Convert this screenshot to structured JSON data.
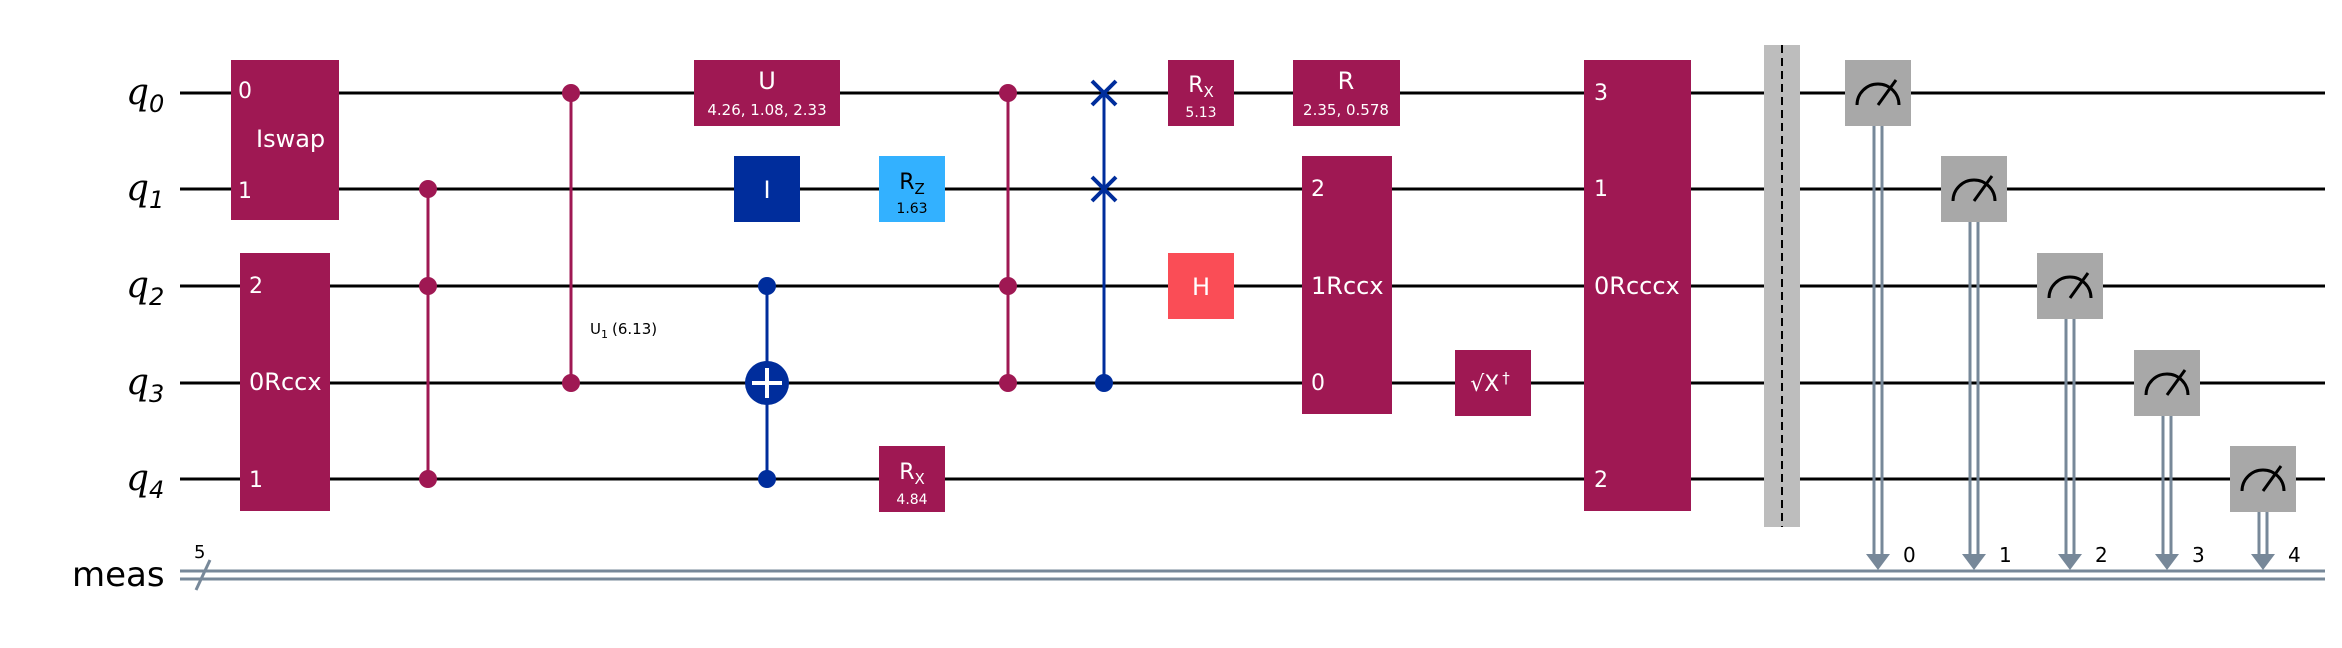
{
  "registers": {
    "qubits": [
      {
        "base": "q",
        "index": "0"
      },
      {
        "base": "q",
        "index": "1"
      },
      {
        "base": "q",
        "index": "2"
      },
      {
        "base": "q",
        "index": "3"
      },
      {
        "base": "q",
        "index": "4"
      }
    ],
    "classical": {
      "name": "meas",
      "width": "5"
    }
  },
  "gates": {
    "iswap": {
      "name": "Iswap",
      "pin_top": "0",
      "pin_bottom": "1"
    },
    "rccx": {
      "name": "Rccx",
      "pin_top": "2",
      "pin_mid": "0",
      "pin_bottom": "1"
    },
    "u1": {
      "label_main": "U",
      "label_sub": "1",
      "params": "(6.13)"
    },
    "u": {
      "name": "U",
      "params": "4.26, 1.08, 2.33"
    },
    "id": {
      "name": "I"
    },
    "rz": {
      "name": "R",
      "sub": "Z",
      "params": "1.63"
    },
    "rx4": {
      "name": "R",
      "sub": "X",
      "params": "4.84"
    },
    "rx0": {
      "name": "R",
      "sub": "X",
      "params": "5.13"
    },
    "h": {
      "name": "H"
    },
    "r": {
      "name": "R",
      "params": "2.35, 0.578"
    },
    "rccx2": {
      "name": "Rccx",
      "pin_top": "2",
      "pin_mid": "1",
      "pin_bottom": "0"
    },
    "sxdg": {
      "label": "√X",
      "dagger": "†"
    },
    "rcccx": {
      "name": "Rcccx",
      "pin_q0": "3",
      "pin_q1": "1",
      "pin_q2": "0",
      "pin_q4": "2"
    },
    "measure_bits": [
      "0",
      "1",
      "2",
      "3",
      "4"
    ]
  },
  "colors": {
    "multi_qubit": "#9f1853",
    "identity": "#002d9c",
    "rz": "#33b1ff",
    "hadamard": "#fa4d56",
    "barrier": "#bdbdbd",
    "measure": "#a8a8a8",
    "classical_wire": "#778899"
  }
}
